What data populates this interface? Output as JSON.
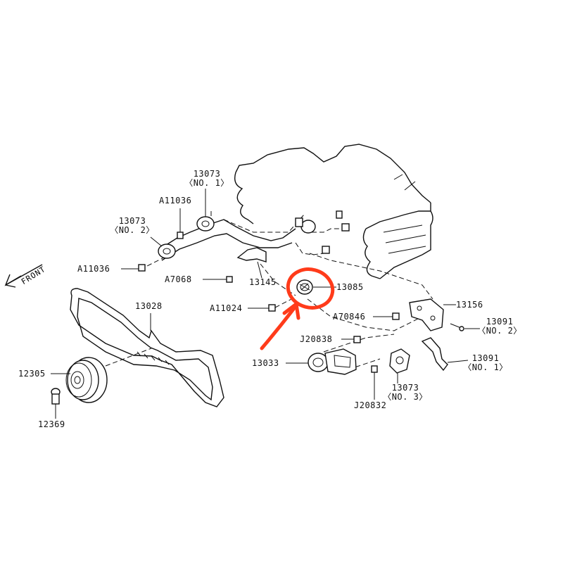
{
  "front_label": "FRONT",
  "labels": {
    "p13073_no1_num": "13073",
    "p13073_no1_sub": "〈NO. 1〉",
    "a11036_top": "A11036",
    "p13073_no2_num": "13073",
    "p13073_no2_sub": "〈NO. 2〉",
    "a11036_left": "A11036",
    "a7068": "A7068",
    "p13145": "13145",
    "p13085": "13085",
    "p13028": "13028",
    "a11024": "A11024",
    "p13156": "13156",
    "a70846": "A70846",
    "p13091_no2_num": "13091",
    "p13091_no2_sub": "〈NO. 2〉",
    "j20838": "J20838",
    "p13033": "13033",
    "p13091_no1_num": "13091",
    "p13091_no1_sub": "〈NO. 1〉",
    "p12305": "12305",
    "p13073_no3_num": "13073",
    "p13073_no3_sub": "〈NO. 3〉",
    "j20832": "J20832",
    "p12369": "12369"
  },
  "highlight": {
    "color": "#ff3b1a",
    "target": "13085"
  }
}
